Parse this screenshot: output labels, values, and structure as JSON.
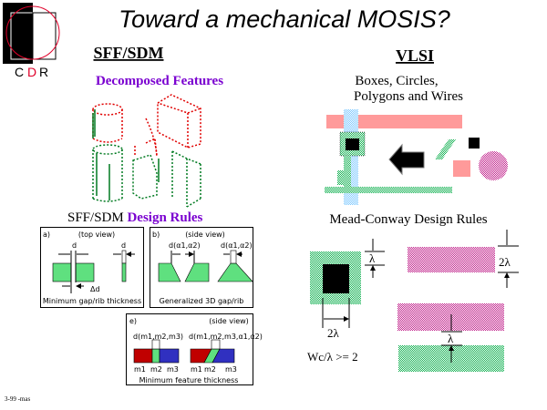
{
  "logo": {
    "letters": [
      "C",
      "D",
      "R"
    ]
  },
  "title": "Toward a mechanical MOSIS?",
  "left": {
    "heading": "SFF/SDM",
    "subheading": "Decomposed Features",
    "rules_title_prefix": "SFF/SDM ",
    "rules_title_emph": "Design Rules",
    "panel_a": {
      "tag": "a)",
      "view": "(top view)",
      "d": "d",
      "d2": "d",
      "delta": "Δd",
      "caption": "Minimum gap/rib thickness"
    },
    "panel_b": {
      "tag": "b)",
      "view": "(side view)",
      "d1": "d(α1,α2)",
      "d2": "d(α1,α2)",
      "caption": "Generalized 3D gap/rib"
    },
    "panel_e": {
      "tag": "e)",
      "view": "(side view)",
      "d1": "d(m1,m2,m3)",
      "d2": "d(m1,m2,m3,α1,α2)",
      "m": [
        "m1",
        "m2",
        "m3"
      ],
      "caption": "Minimum feature thickness"
    }
  },
  "right": {
    "heading": "VLSI",
    "line1": "Boxes, Circles,",
    "line2": "Polygons and Wires",
    "rules_title": "Mead-Conway Design Rules",
    "lambda": "λ",
    "two_lambda": "2λ",
    "wc": "Wc/λ >= 2"
  },
  "footer": "3-99 -mas",
  "colors": {
    "green": "#5fe07f",
    "red": "#c00000",
    "blue": "#3030c0",
    "pink": "#ff9a9a",
    "magenta": "#d040a0",
    "cyan": "#9fd8ff",
    "purple": "#7a00d0"
  }
}
